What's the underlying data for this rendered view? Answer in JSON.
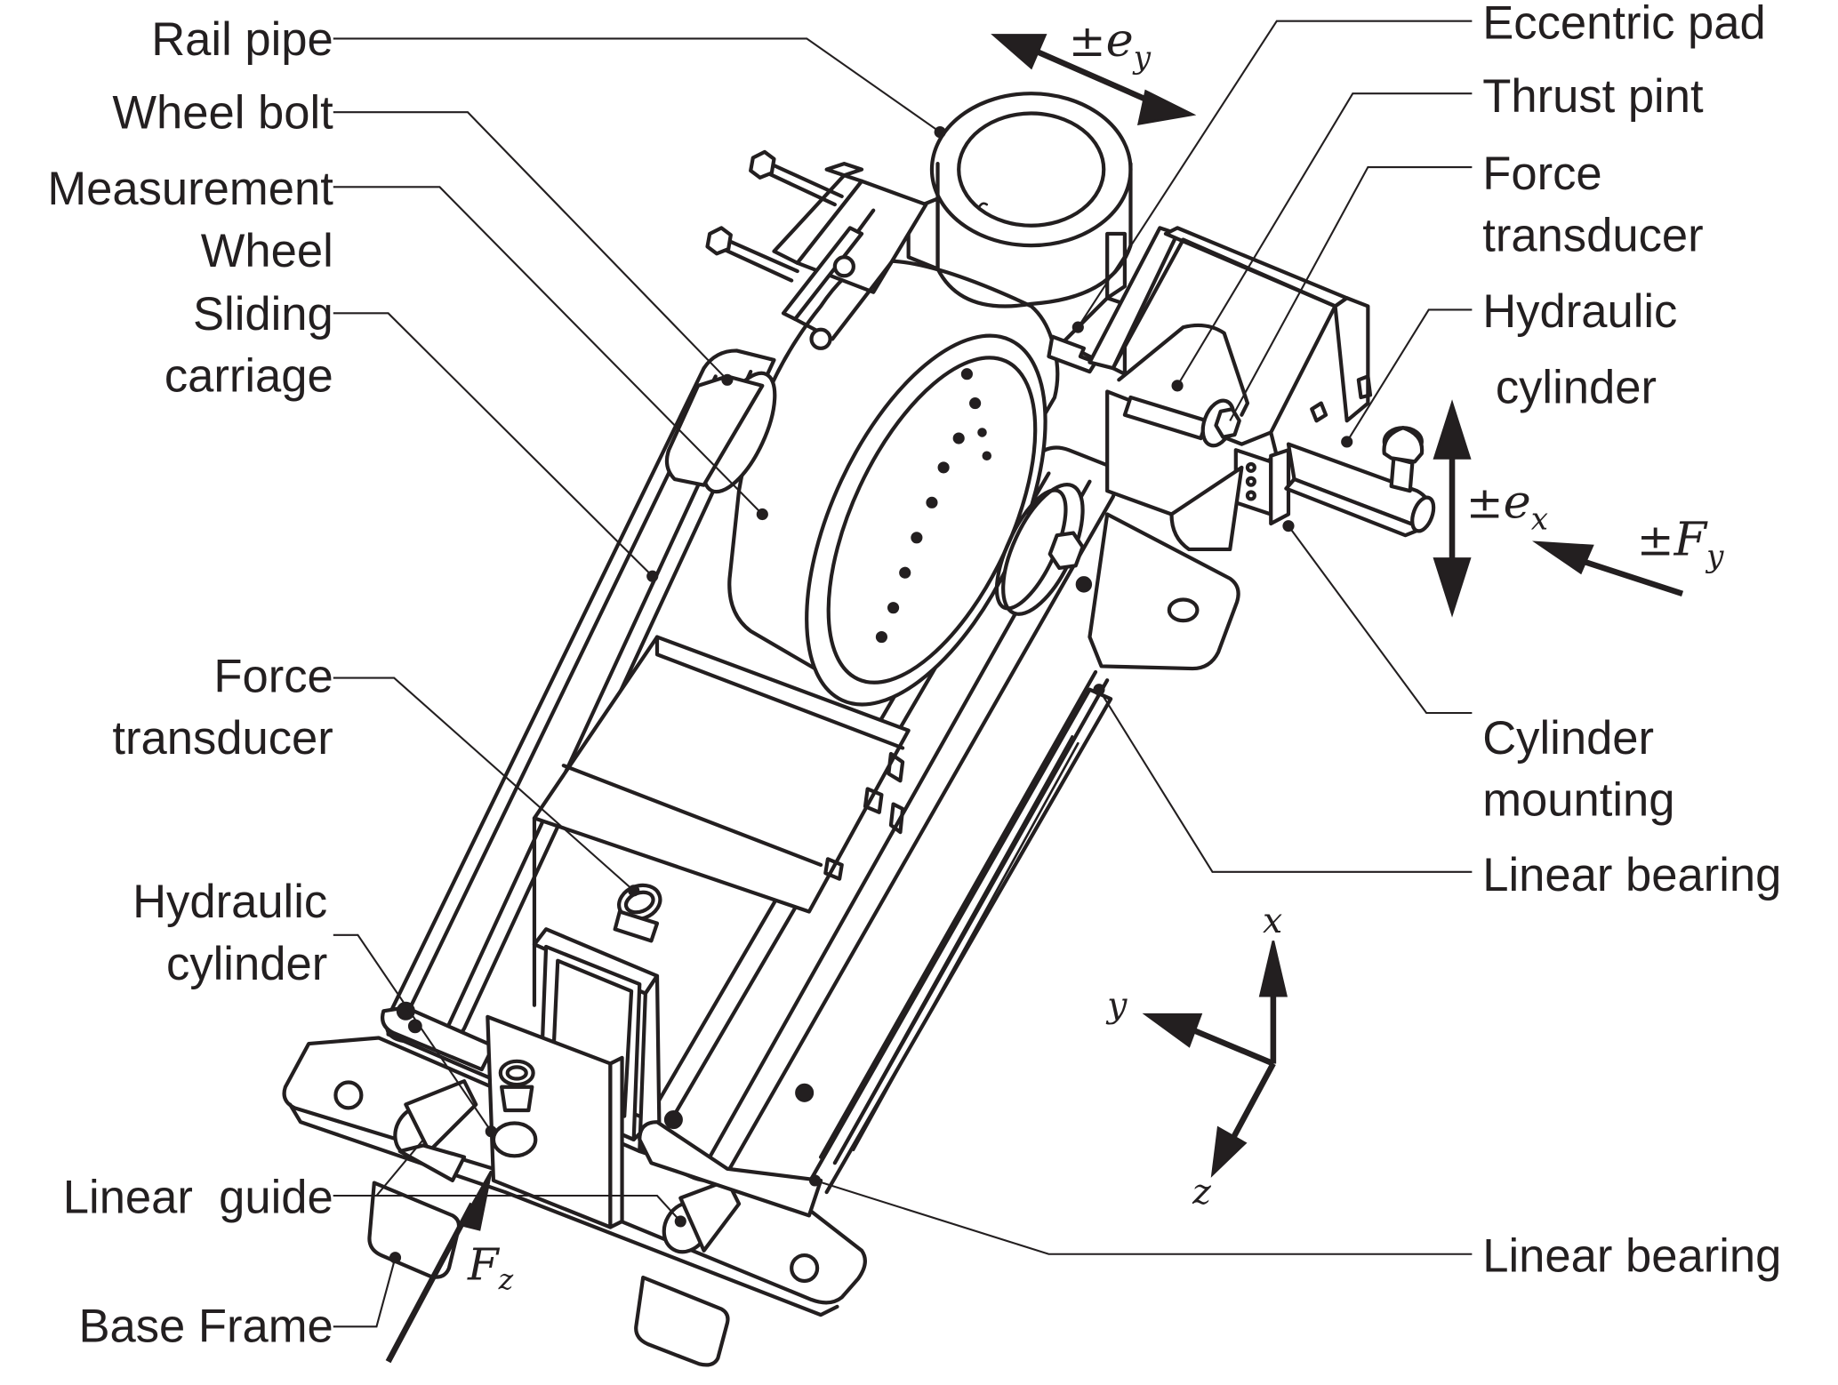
{
  "figure": {
    "description": "Exploded/isometric line drawing of a rail-wheel test rig with labelled components, load/eccentricity annotations and coordinate axes",
    "ink_color": "#231f20",
    "background_color": "#ffffff"
  },
  "labels_left": [
    {
      "id": "rail-pipe",
      "lines": [
        "Rail pipe"
      ]
    },
    {
      "id": "wheel-bolt",
      "lines": [
        "Wheel bolt"
      ]
    },
    {
      "id": "measurement-wheel",
      "lines": [
        "Measurement",
        "Wheel"
      ]
    },
    {
      "id": "sliding-carriage",
      "lines": [
        "Sliding",
        "carriage"
      ]
    },
    {
      "id": "force-transducer-left",
      "lines": [
        "Force",
        "transducer"
      ]
    },
    {
      "id": "hydraulic-cylinder-left",
      "lines": [
        "Hydraulic",
        "cylinder"
      ]
    },
    {
      "id": "linear-guide",
      "lines": [
        "Linear  guide"
      ]
    },
    {
      "id": "base-frame",
      "lines": [
        "Base Frame"
      ]
    }
  ],
  "labels_right": [
    {
      "id": "eccentric-pad",
      "lines": [
        "Eccentric pad"
      ]
    },
    {
      "id": "thrust-pint",
      "lines": [
        "Thrust pint"
      ]
    },
    {
      "id": "force-transducer-right",
      "lines": [
        "Force",
        "transducer"
      ]
    },
    {
      "id": "hydraulic-cylinder-right",
      "lines": [
        "Hydraulic",
        " cylinder"
      ]
    },
    {
      "id": "cylinder-mounting",
      "lines": [
        "Cylinder",
        "mounting"
      ]
    },
    {
      "id": "linear-bearing-upper",
      "lines": [
        "Linear bearing"
      ]
    },
    {
      "id": "linear-bearing-lower",
      "lines": [
        "Linear bearing"
      ]
    }
  ],
  "annotations": {
    "ey": {
      "sign": "±",
      "symbol": "e",
      "subscript": "y"
    },
    "ex": {
      "sign": "±",
      "symbol": "e",
      "subscript": "x"
    },
    "fy": {
      "sign": "±",
      "symbol": "F",
      "subscript": "y"
    },
    "fz": {
      "sign": "",
      "symbol": "F",
      "subscript": "z"
    }
  },
  "axes": {
    "x": "x",
    "y": "y",
    "z": "z"
  }
}
